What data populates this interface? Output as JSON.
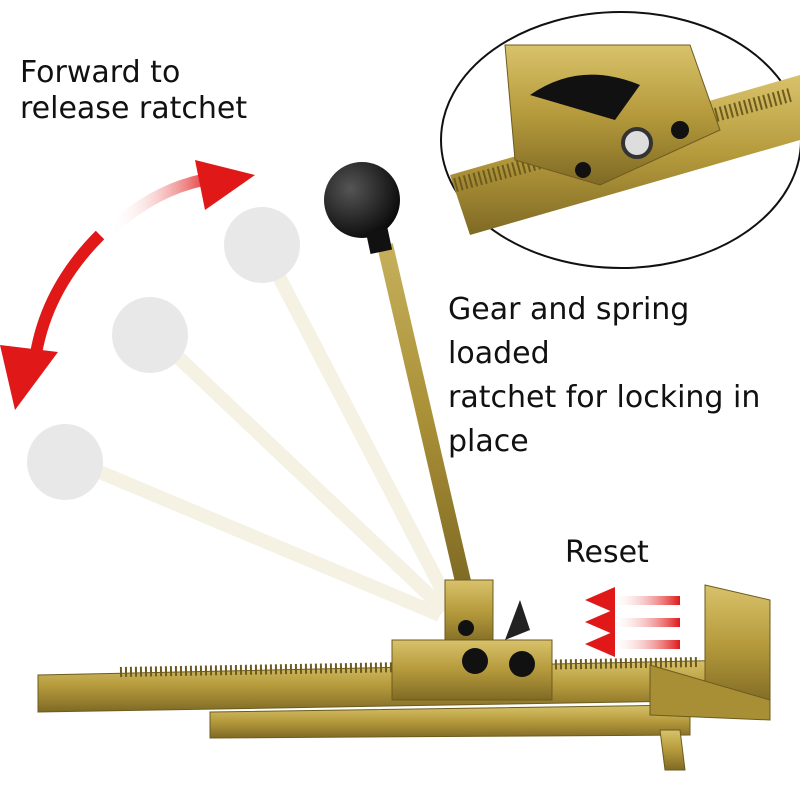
{
  "annotations": {
    "release": [
      "Forward to",
      "release ratchet"
    ],
    "ratchet": [
      "Gear and spring loaded",
      "ratchet for locking in",
      "place"
    ],
    "reset": "Reset"
  },
  "colors": {
    "brass": "#b59a3c",
    "brass_dark": "#8a7326",
    "arrow": "#e01818",
    "knob": "#111111"
  }
}
